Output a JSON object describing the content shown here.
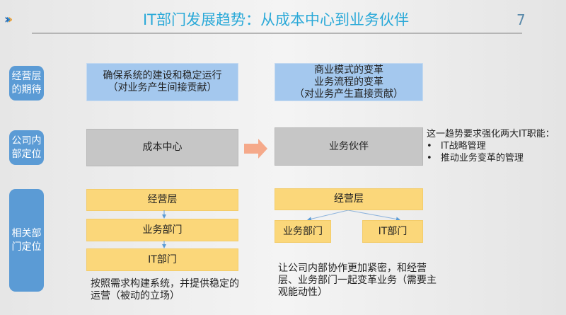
{
  "header": {
    "title": "IT部门发展趋势：从成本中心到业务伙伴",
    "page_number": "7",
    "chevron_colors": [
      "#1f5fa8",
      "#2a8ad8",
      "#f0a030"
    ]
  },
  "rows": {
    "expectation": {
      "label": "经营层的期待",
      "left": [
        "确保系统的建设和稳定运行",
        "（对业务产生间接贡献）"
      ],
      "right": [
        "商业模式的变革",
        "业务流程的变革",
        "（对业务产生直接贡献）"
      ]
    },
    "position": {
      "label": "公司内部定位",
      "left": "成本中心",
      "right": "业务伙伴",
      "note_title": "这一趋势要求强化两大IT职能：",
      "note_items": [
        "IT战略管理",
        "推动业务变革的管理"
      ]
    },
    "departments": {
      "label": "相关部门定位",
      "left_chain": [
        "经营层",
        "业务部门",
        "IT部门"
      ],
      "left_note": "按照需求构建系统，并提供稳定的运营（被动的立场）",
      "right_top": "经营层",
      "right_children": [
        "业务部门",
        "IT部门"
      ],
      "right_note": "让公司内部协作更加紧密，和经营层、业务部门一起变革业务（需要主观能动性）"
    }
  }
}
